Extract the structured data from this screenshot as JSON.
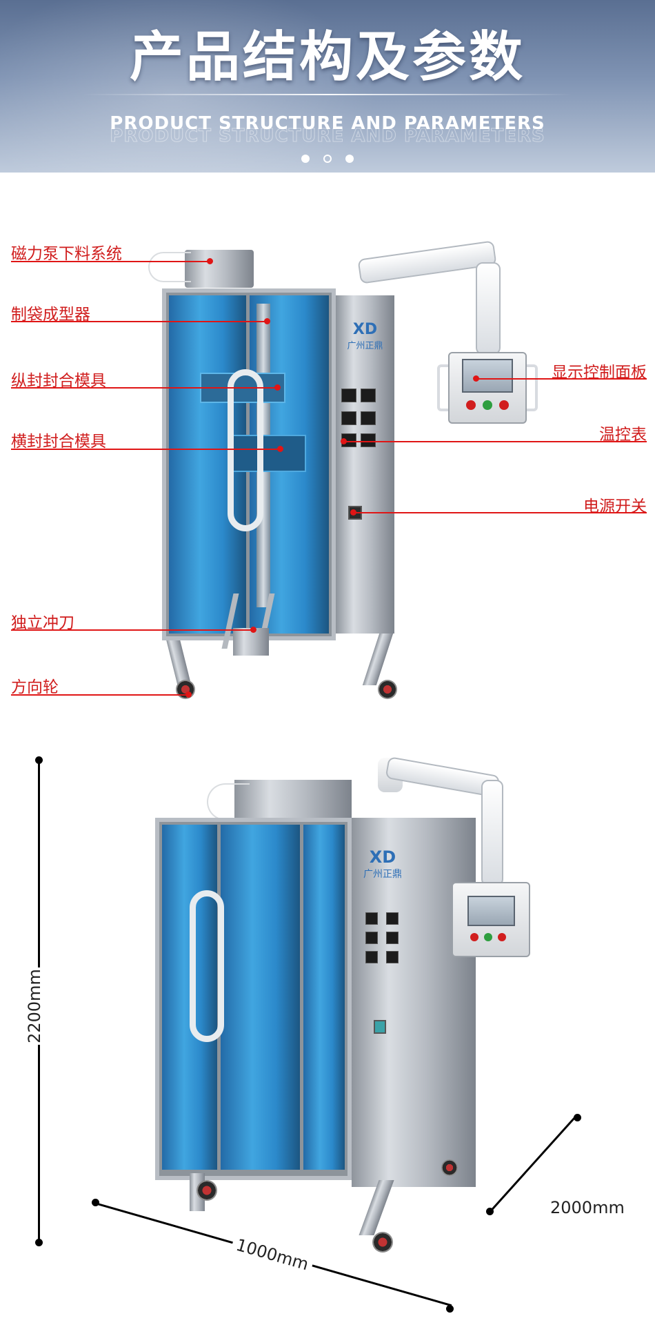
{
  "header": {
    "title_cn": "产品结构及参数",
    "title_en": "PRODUCT STRUCTURE AND PARAMETERS"
  },
  "labels_left": [
    {
      "text": "磁力泵下料系统"
    },
    {
      "text": "制袋成型器"
    },
    {
      "text": "纵封封合模具"
    },
    {
      "text": "横封封合模具"
    },
    {
      "text": "独立冲刀"
    },
    {
      "text": "方向轮"
    }
  ],
  "labels_right": [
    {
      "text": "显示控制面板"
    },
    {
      "text": "温控表"
    },
    {
      "text": "电源开关"
    }
  ],
  "machine_logo": {
    "mark": "XD",
    "name": "广州正鼎"
  },
  "dimensions": {
    "height": "2200mm",
    "width": "1000mm",
    "depth": "2000mm"
  },
  "colors": {
    "label_red": "#d01d1d",
    "banner_blue": "#5a6f92",
    "glass_blue": "#2388cf"
  }
}
